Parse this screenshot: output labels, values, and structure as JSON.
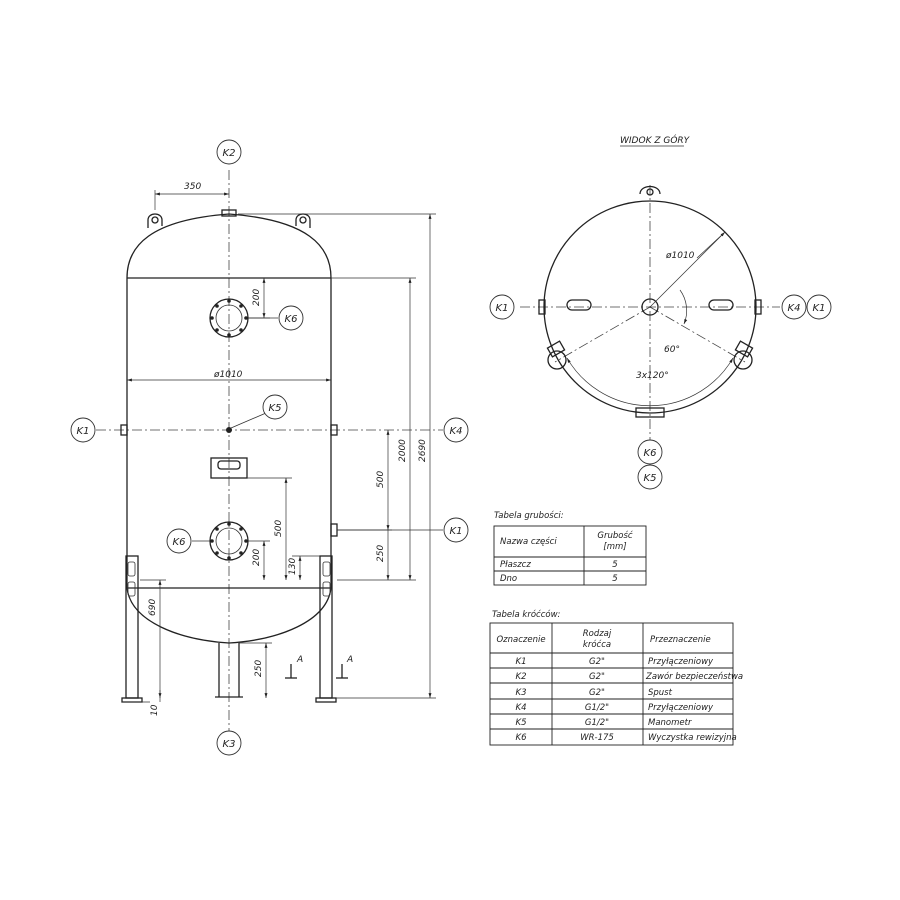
{
  "views": {
    "top_view_title": "WIDOK Z GÓRY"
  },
  "bubbles": {
    "k1": "K1",
    "k2": "K2",
    "k3": "K3",
    "k4": "K4",
    "k5": "K5",
    "k6": "K6"
  },
  "dimensions": {
    "d350": "350",
    "d200_top": "200",
    "dia1010": "ø1010",
    "d2000": "2000",
    "d2690": "2690",
    "d500_right": "500",
    "d500_mid": "500",
    "d250_right": "250",
    "d200_bottom": "200",
    "d130": "130",
    "d690": "690",
    "d250_bottom": "250",
    "d10": "10",
    "section_a": "A",
    "top_dia1010": "ø1010",
    "angle60": "60°",
    "angle3x120": "3x120°"
  },
  "thickness_table": {
    "title": "Tabela grubości:",
    "headers": [
      "Nazwa części",
      "Grubość\n[mm]"
    ],
    "rows": [
      [
        "Płaszcz",
        "5"
      ],
      [
        "Dno",
        "5"
      ]
    ]
  },
  "connections_table": {
    "title": "Tabela króćców:",
    "headers": [
      "Oznaczenie",
      "Rodzaj\nkróćca",
      "Przeznaczenie"
    ],
    "rows": [
      [
        "K1",
        "G2\"",
        "Przyłączeniowy"
      ],
      [
        "K2",
        "G2\"",
        "Zawór bezpieczeństwa"
      ],
      [
        "K3",
        "G2\"",
        "Spust"
      ],
      [
        "K4",
        "G1/2\"",
        "Przyłączeniowy"
      ],
      [
        "K5",
        "G1/2\"",
        "Manometr"
      ],
      [
        "K6",
        "WR-175",
        "Wyczystka rewizyjna"
      ]
    ]
  }
}
